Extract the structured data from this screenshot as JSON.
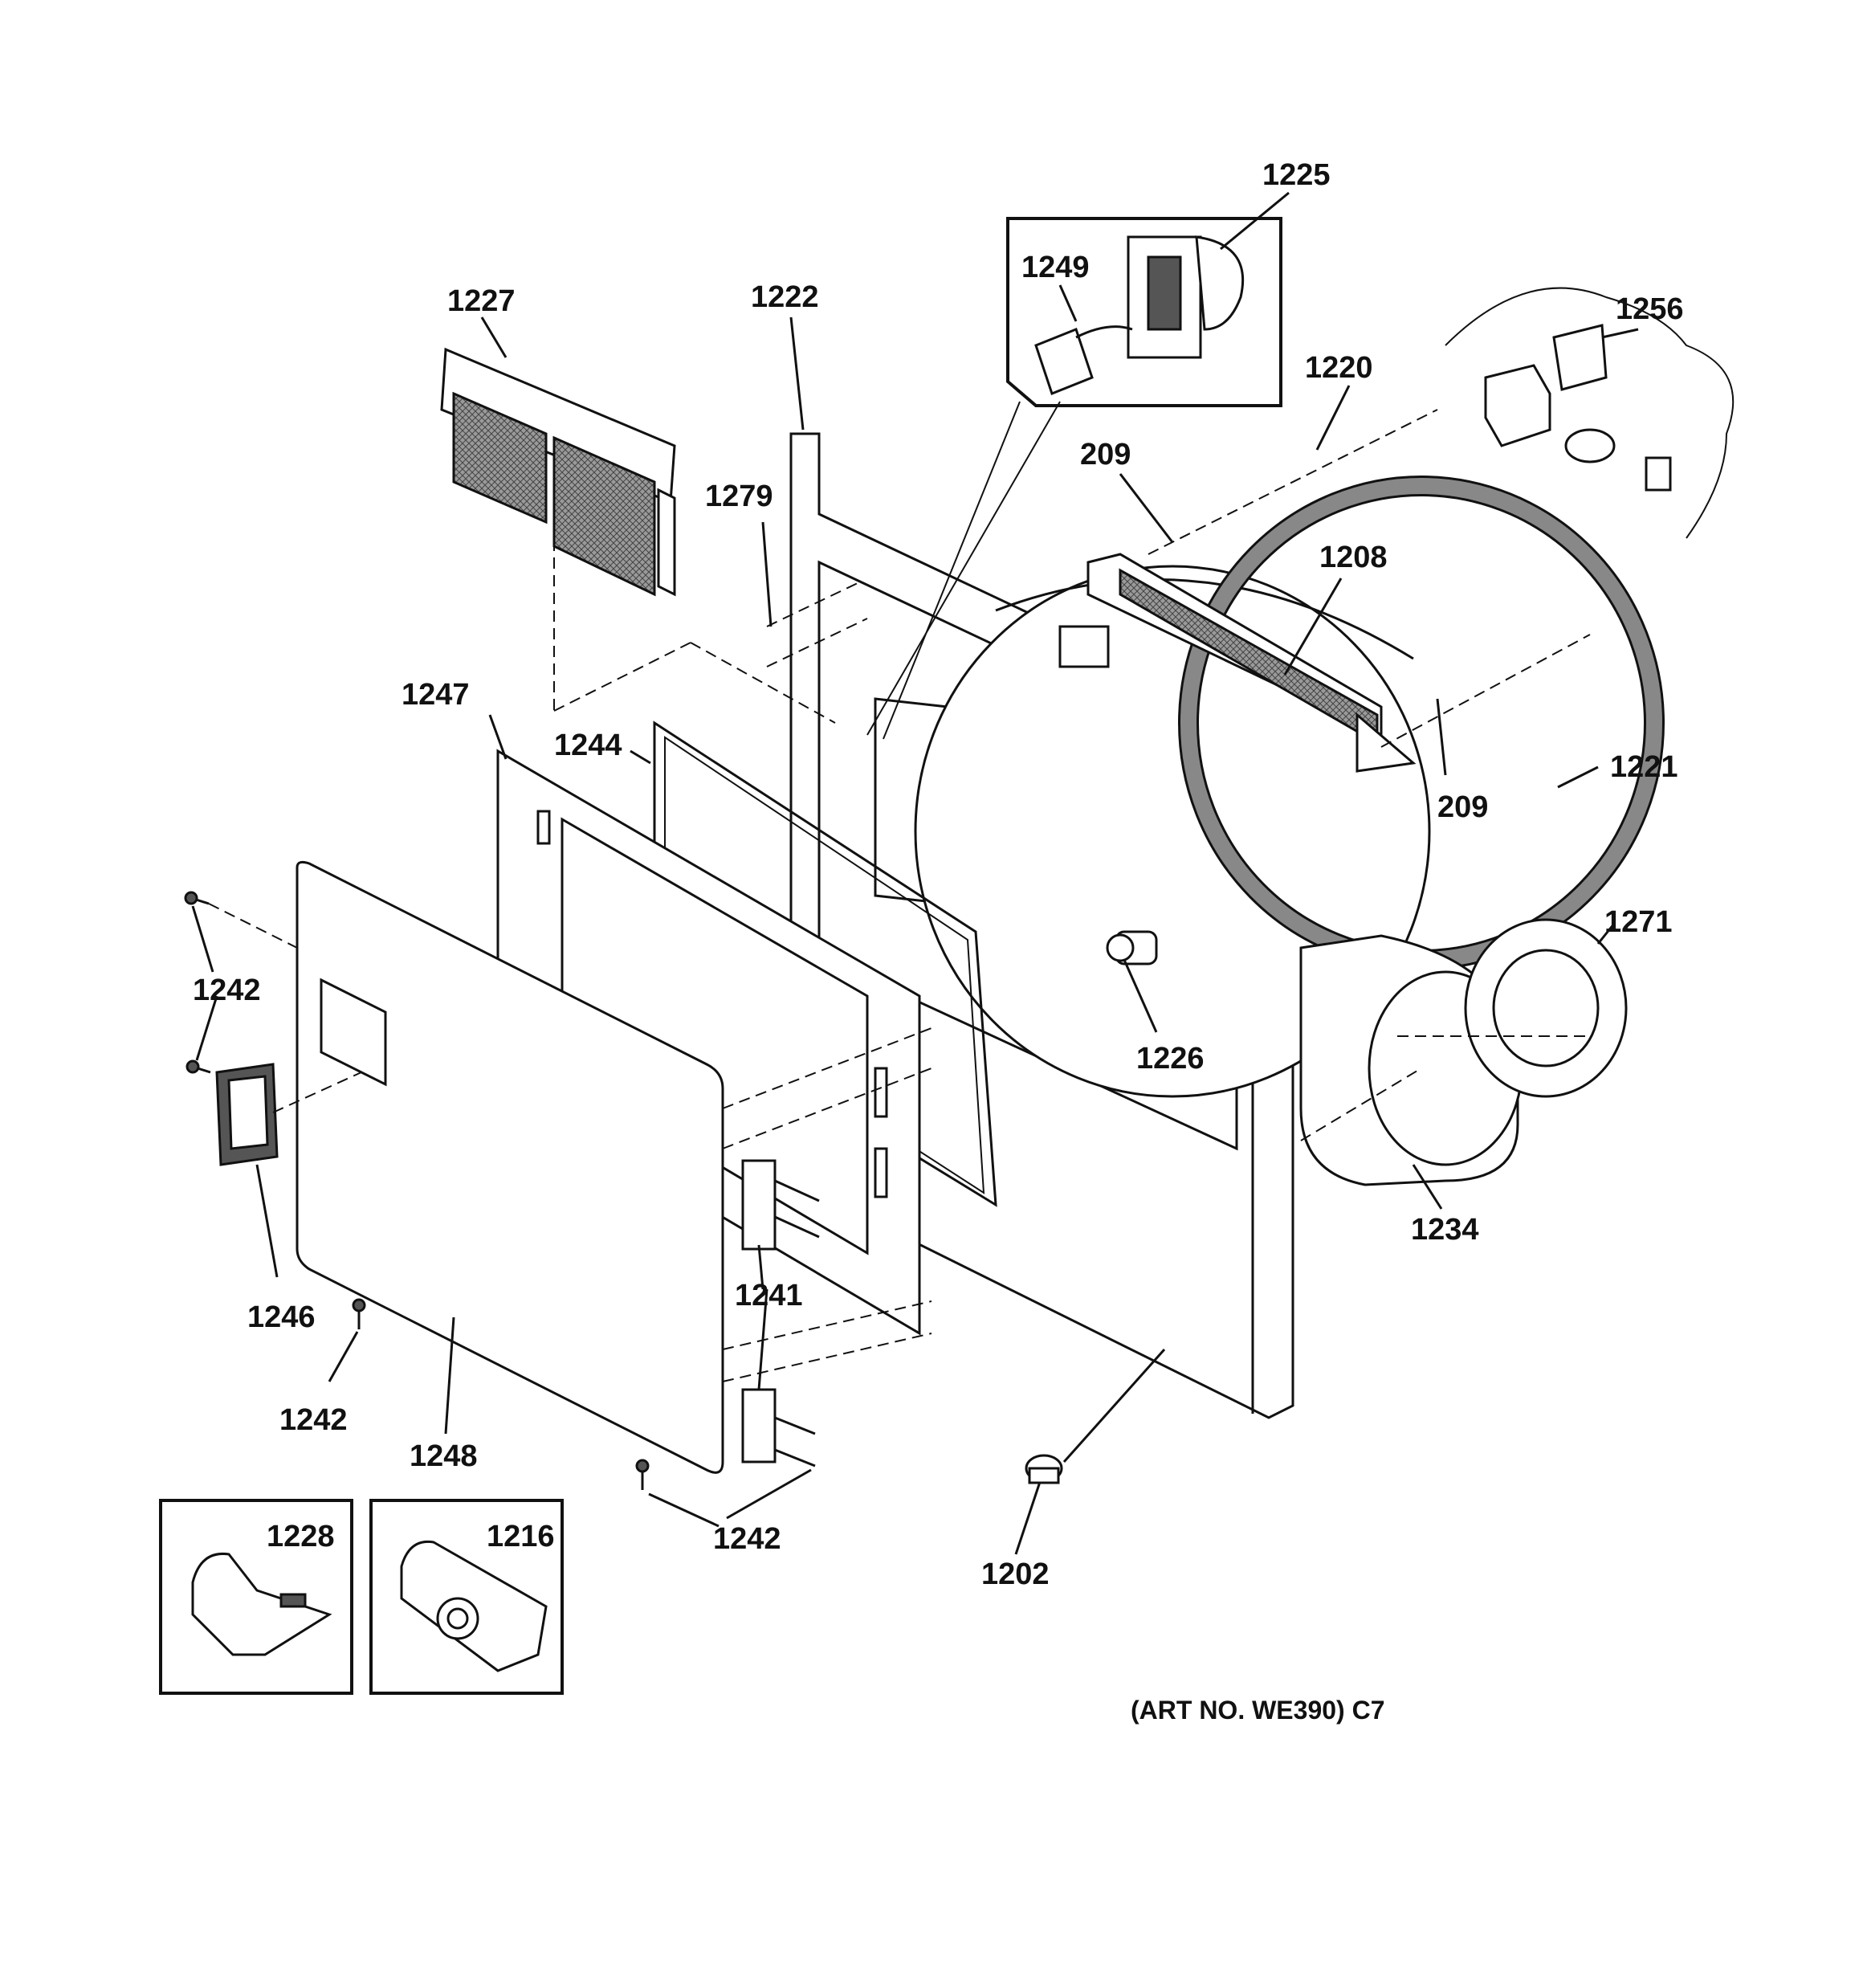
{
  "callouts": {
    "c1225": "1225",
    "c1249": "1249",
    "c1222": "1222",
    "c1227": "1227",
    "c1256": "1256",
    "c1220": "1220",
    "c209a": "209",
    "c1279": "1279",
    "c1208": "1208",
    "c1247": "1247",
    "c1244": "1244",
    "c1221": "1221",
    "c209b": "209",
    "c1271": "1271",
    "c1242a": "1242",
    "c1226": "1226",
    "c1246": "1246",
    "c1234": "1234",
    "c1241": "1241",
    "c1242b": "1242",
    "c1248": "1248",
    "c1242c": "1242",
    "c1202": "1202",
    "c1228": "1228",
    "c1216": "1216"
  },
  "caption": "(ART NO. WE390) C7"
}
